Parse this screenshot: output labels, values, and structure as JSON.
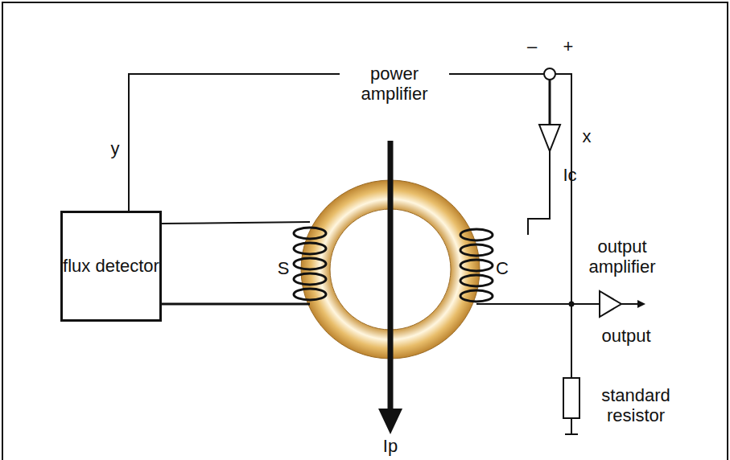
{
  "diagram": {
    "nodes": [
      {
        "text": [
          "flux detector"
        ]
      }
    ],
    "labels": [
      "–",
      "+",
      "power amplifier",
      "y",
      "x",
      "Ic",
      "S",
      "C",
      "output amplifier",
      "output",
      "standard resistor",
      "Ip"
    ]
  }
}
